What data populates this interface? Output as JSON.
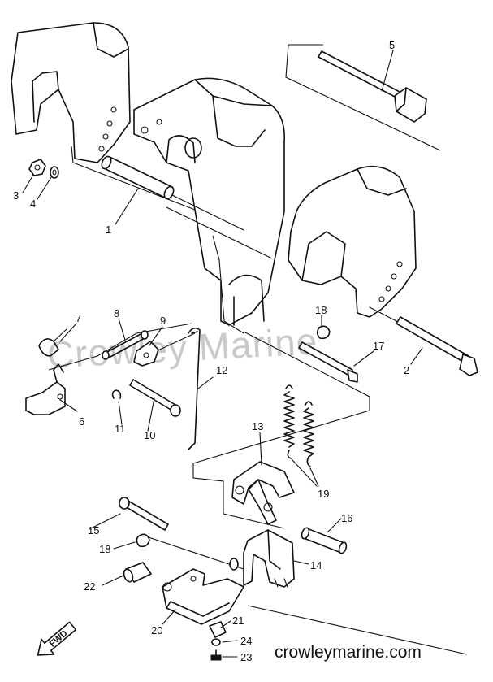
{
  "watermark": "Crowley Marine",
  "footer_site": "crowleymarine.com",
  "fwd_label": "FWD",
  "callouts": {
    "c1": "1",
    "c2": "2",
    "c3": "3",
    "c4": "4",
    "c5": "5",
    "c6": "6",
    "c7": "7",
    "c8": "8",
    "c9": "9",
    "c10": "10",
    "c11": "11",
    "c12": "12",
    "c13": "13",
    "c14": "14",
    "c15": "15",
    "c16": "16",
    "c17": "17",
    "c18a": "18",
    "c18b": "18",
    "c19": "19",
    "c20": "20",
    "c21": "21",
    "c22": "22",
    "c23": "23",
    "c24": "24"
  }
}
